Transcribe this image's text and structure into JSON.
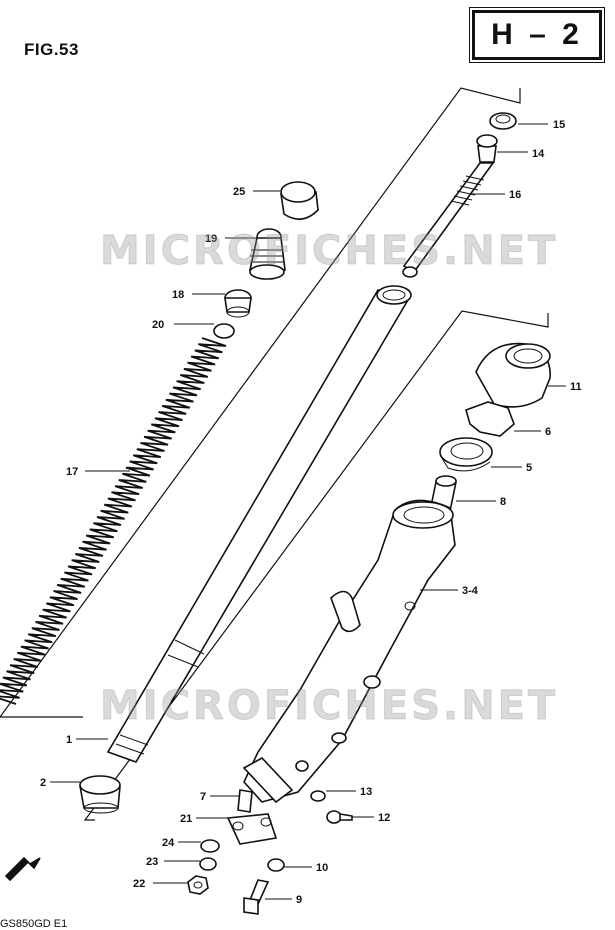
{
  "figure": {
    "label": "FIG.53",
    "section": "H – 2",
    "footer": "GS850GD E1"
  },
  "watermark": {
    "text": "MICROFICHES.NET"
  },
  "parts": [
    {
      "id": "p15",
      "label": "15"
    },
    {
      "id": "p14",
      "label": "14"
    },
    {
      "id": "p16",
      "label": "16"
    },
    {
      "id": "p25",
      "label": "25"
    },
    {
      "id": "p19",
      "label": "19"
    },
    {
      "id": "p18",
      "label": "18"
    },
    {
      "id": "p20",
      "label": "20"
    },
    {
      "id": "p17",
      "label": "17"
    },
    {
      "id": "p11",
      "label": "11"
    },
    {
      "id": "p6",
      "label": "6"
    },
    {
      "id": "p5",
      "label": "5"
    },
    {
      "id": "p8",
      "label": "8"
    },
    {
      "id": "p34",
      "label": "3-4"
    },
    {
      "id": "p1",
      "label": "1"
    },
    {
      "id": "p2",
      "label": "2"
    },
    {
      "id": "p7",
      "label": "7"
    },
    {
      "id": "p13",
      "label": "13"
    },
    {
      "id": "p21",
      "label": "21"
    },
    {
      "id": "p12",
      "label": "12"
    },
    {
      "id": "p24",
      "label": "24"
    },
    {
      "id": "p23",
      "label": "23"
    },
    {
      "id": "p10",
      "label": "10"
    },
    {
      "id": "p22",
      "label": "22"
    },
    {
      "id": "p9",
      "label": "9"
    }
  ]
}
